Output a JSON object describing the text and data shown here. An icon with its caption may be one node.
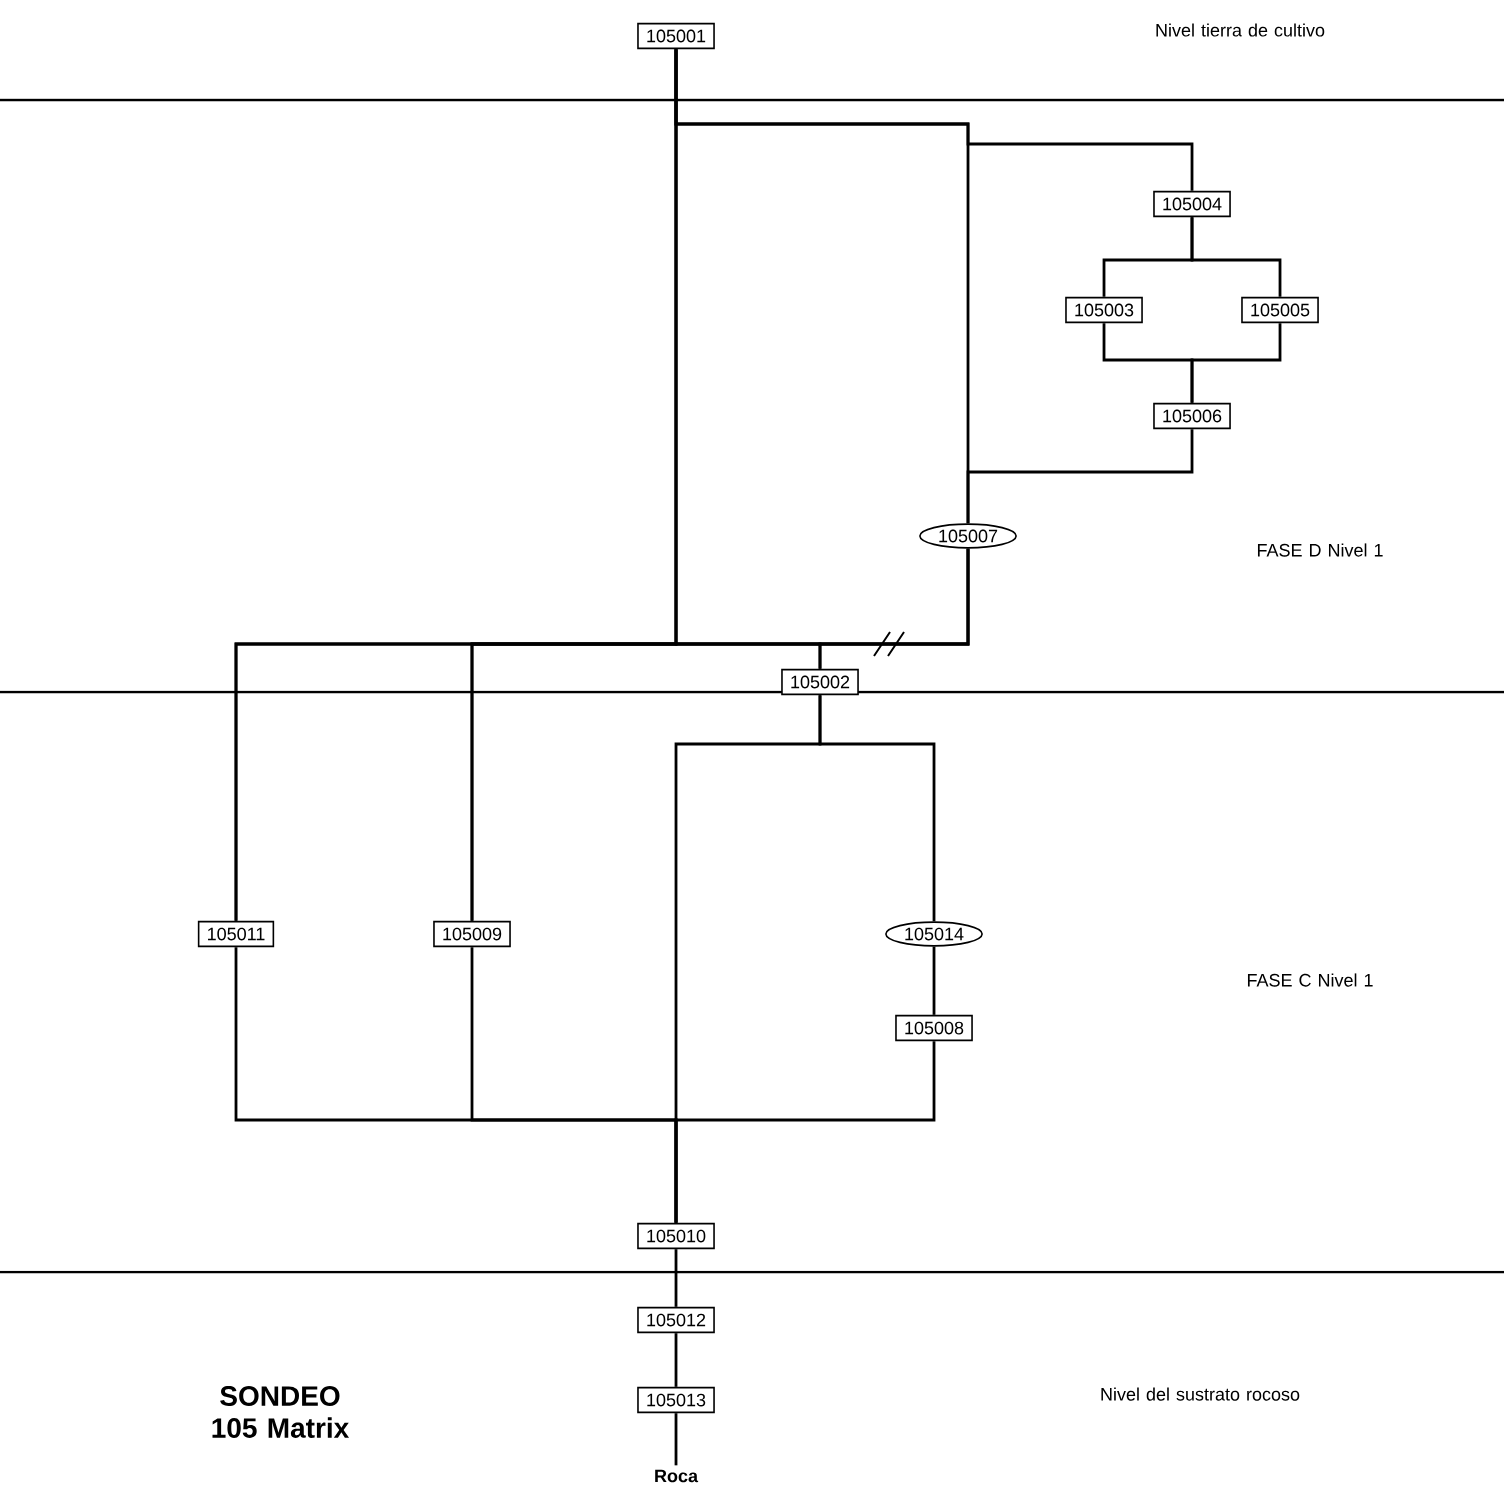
{
  "diagram": {
    "title": "SONDEO 105 Matrix",
    "nodes": [
      {
        "text": [
          "105001"
        ]
      },
      {
        "text": [
          "105004"
        ]
      },
      {
        "text": [
          "105003"
        ]
      },
      {
        "text": [
          "105005"
        ]
      },
      {
        "text": [
          "105006"
        ]
      },
      {
        "text": [
          "105007"
        ]
      },
      {
        "text": [
          "105002"
        ]
      },
      {
        "text": [
          "105011"
        ]
      },
      {
        "text": [
          "105009"
        ]
      },
      {
        "text": [
          "105014"
        ]
      },
      {
        "text": [
          "105008"
        ]
      },
      {
        "text": [
          "105010"
        ]
      },
      {
        "text": [
          "105012"
        ]
      },
      {
        "text": [
          "105013"
        ]
      },
      {
        "text": [
          "Roca"
        ]
      }
    ],
    "edges": [
      {
        "from": 0,
        "to": 5,
        "arrow": "none"
      },
      {
        "from": 0,
        "to": 1,
        "arrow": "none"
      },
      {
        "from": 1,
        "to": 2,
        "arrow": "none"
      },
      {
        "from": 1,
        "to": 3,
        "arrow": "none"
      },
      {
        "from": 2,
        "to": 4,
        "arrow": "none"
      },
      {
        "from": 3,
        "to": 4,
        "arrow": "none"
      },
      {
        "from": 4,
        "to": 5,
        "arrow": "none"
      },
      {
        "from": 0,
        "to": 7,
        "arrow": "none"
      },
      {
        "from": 0,
        "to": 8,
        "arrow": "none"
      },
      {
        "from": 0,
        "to": 6,
        "arrow": "none"
      },
      {
        "from": 5,
        "to": 7,
        "arrow": "none"
      },
      {
        "from": 5,
        "to": 8,
        "arrow": "none"
      },
      {
        "from": 5,
        "to": 6,
        "arrow": "none"
      },
      {
        "from": 6,
        "to": 9,
        "arrow": "none"
      },
      {
        "from": 6,
        "to": 11,
        "arrow": "none"
      },
      {
        "from": 9,
        "to": 10,
        "arrow": "none"
      },
      {
        "from": 7,
        "to": 11,
        "arrow": "none"
      },
      {
        "from": 8,
        "to": 11,
        "arrow": "none"
      },
      {
        "from": 10,
        "to": 11,
        "arrow": "none"
      },
      {
        "from": 11,
        "to": 12,
        "arrow": "none"
      },
      {
        "from": 12,
        "to": 13,
        "arrow": "none"
      },
      {
        "from": 13,
        "to": 14,
        "arrow": "none"
      }
    ],
    "labels": [
      "Nivel tierra de cultivo",
      "FASE D Nivel 1",
      "FASE C Nivel 1",
      "Nivel del sustrato rocoso"
    ]
  }
}
